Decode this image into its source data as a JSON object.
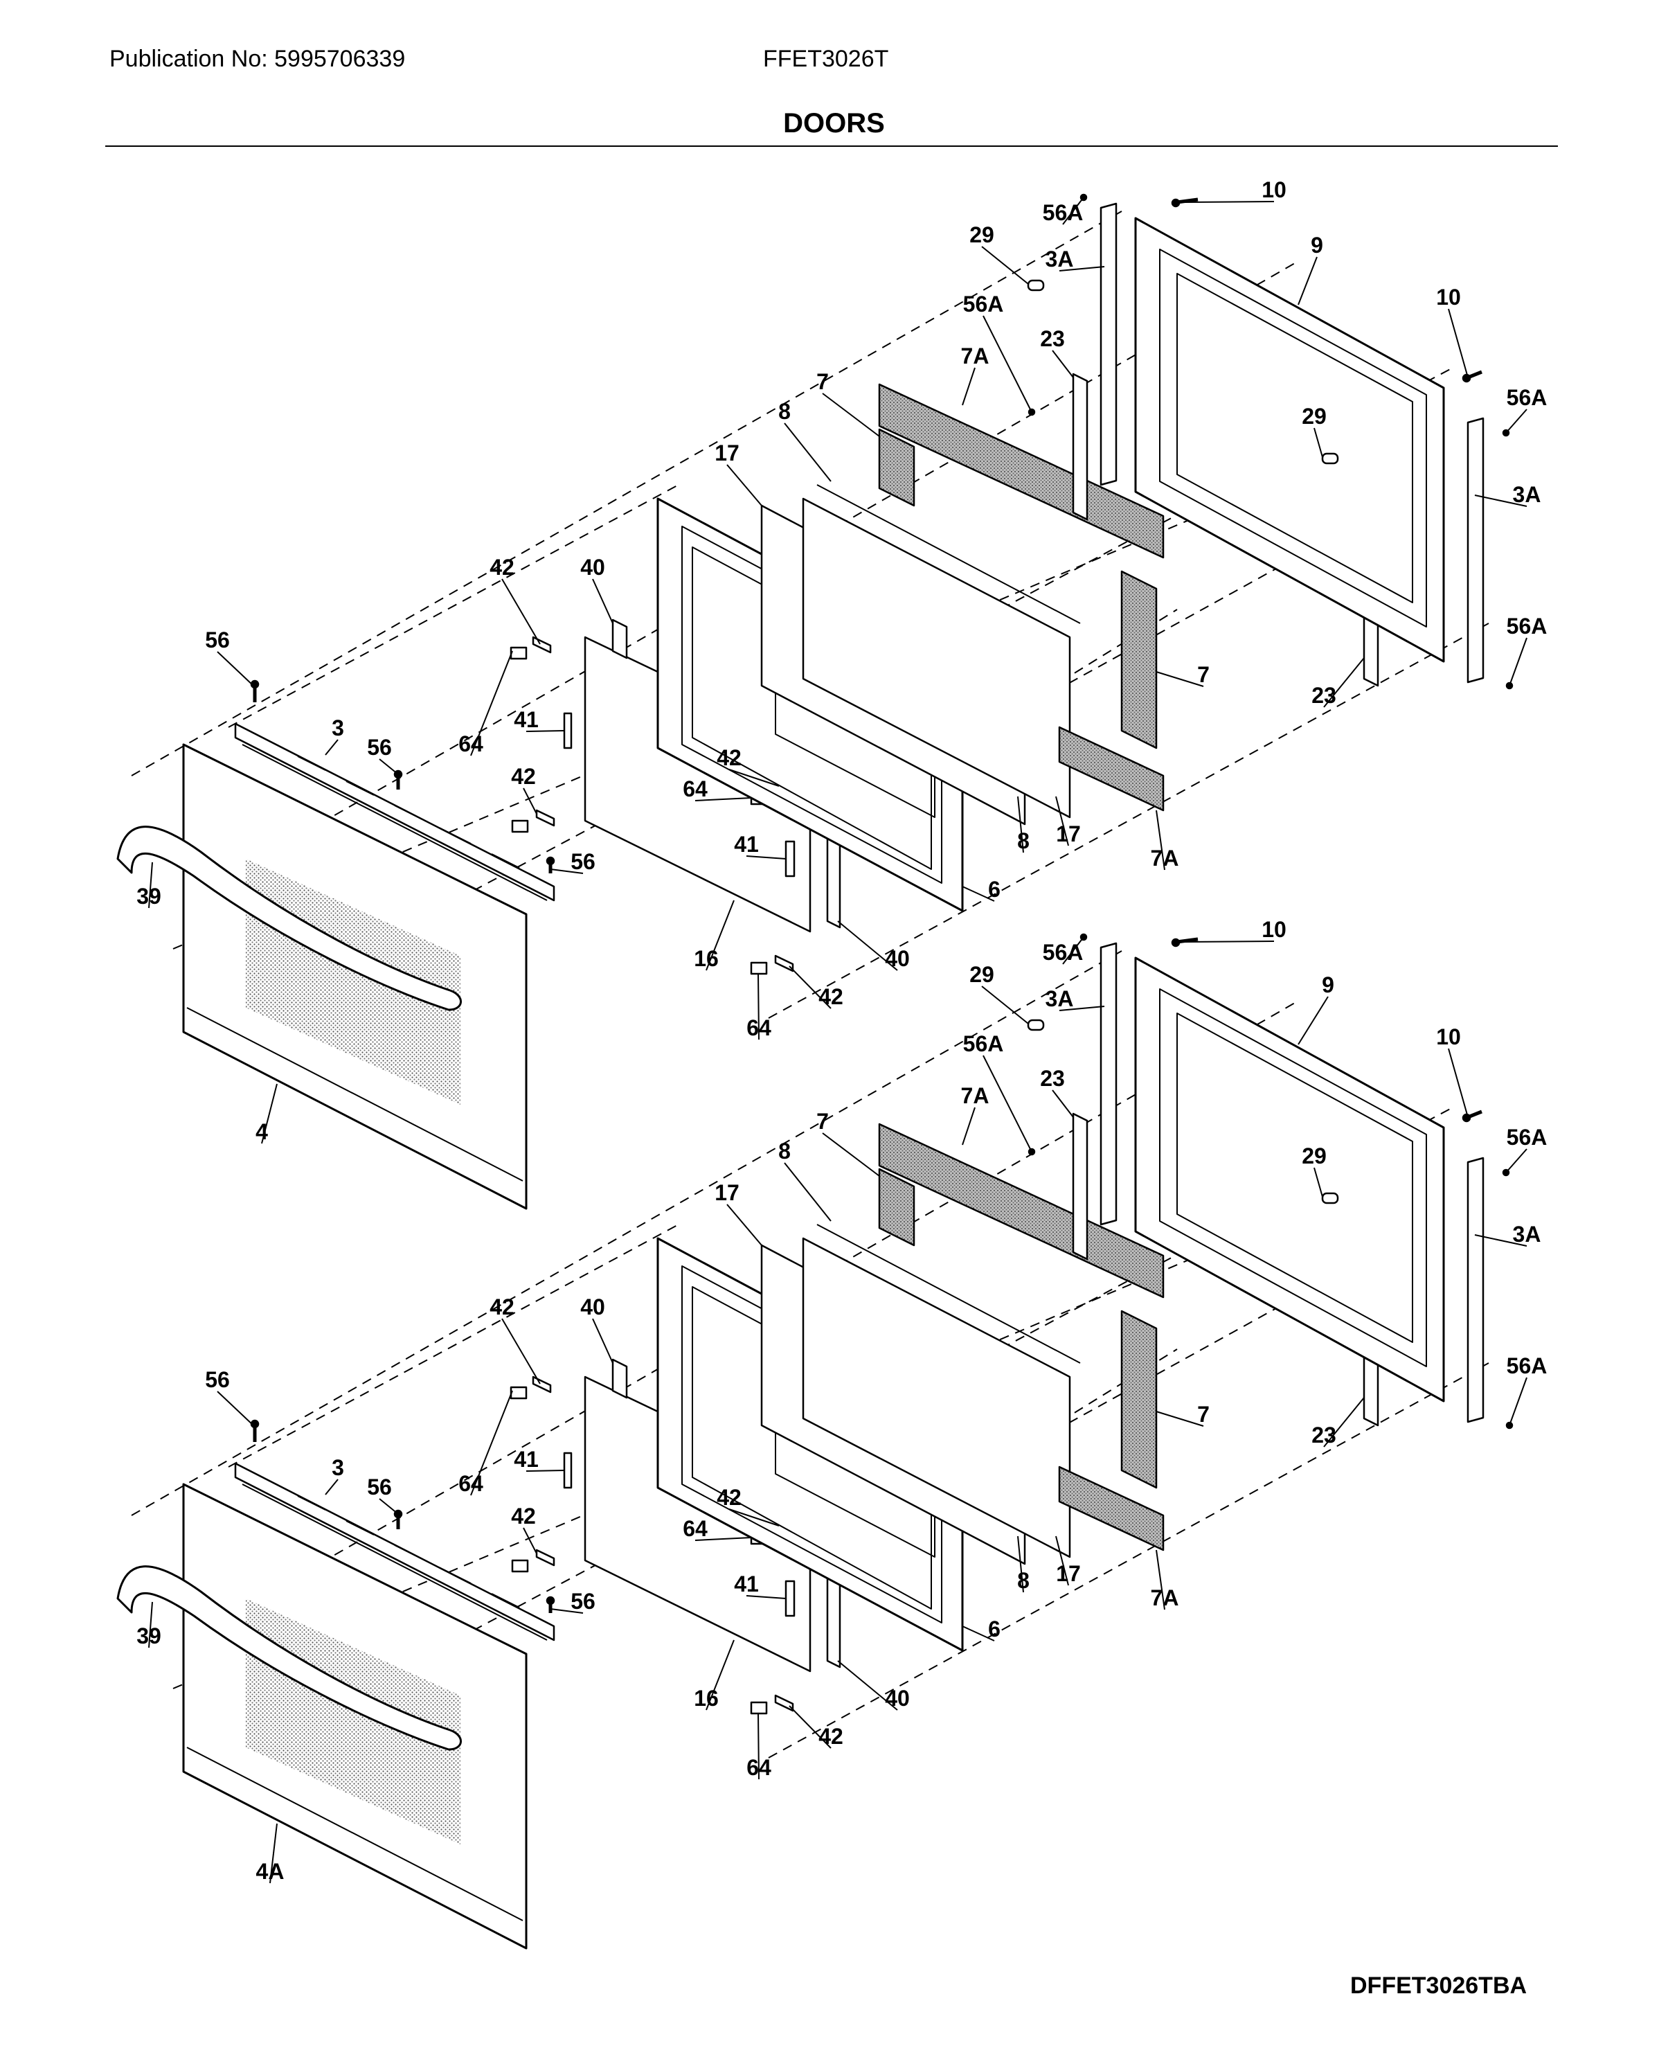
{
  "header": {
    "publication": "Publication No: 5995706339",
    "model": "FFET3026T",
    "section_title": "DOORS"
  },
  "diagram_code": "DFFET3026TBA",
  "callouts": {
    "upper": [
      "10",
      "56A",
      "29",
      "3A",
      "9",
      "56A",
      "10",
      "7A",
      "23",
      "7",
      "29",
      "56A",
      "8",
      "3A",
      "17",
      "42",
      "40",
      "56",
      "56A",
      "3",
      "7",
      "64",
      "41",
      "23",
      "56",
      "42",
      "64",
      "42",
      "8",
      "17",
      "7A",
      "41",
      "56",
      "6",
      "39",
      "16",
      "40",
      "64",
      "42",
      "4"
    ],
    "lower": [
      "10",
      "56A",
      "9",
      "29",
      "3A",
      "56A",
      "10",
      "7A",
      "23",
      "7",
      "56A",
      "8",
      "29",
      "17",
      "3A",
      "42",
      "40",
      "56",
      "7",
      "56A",
      "3",
      "64",
      "56",
      "41",
      "23",
      "42",
      "64",
      "42",
      "8",
      "17",
      "7A",
      "41",
      "56",
      "6",
      "39",
      "16",
      "40",
      "42",
      "64",
      "4A"
    ]
  }
}
